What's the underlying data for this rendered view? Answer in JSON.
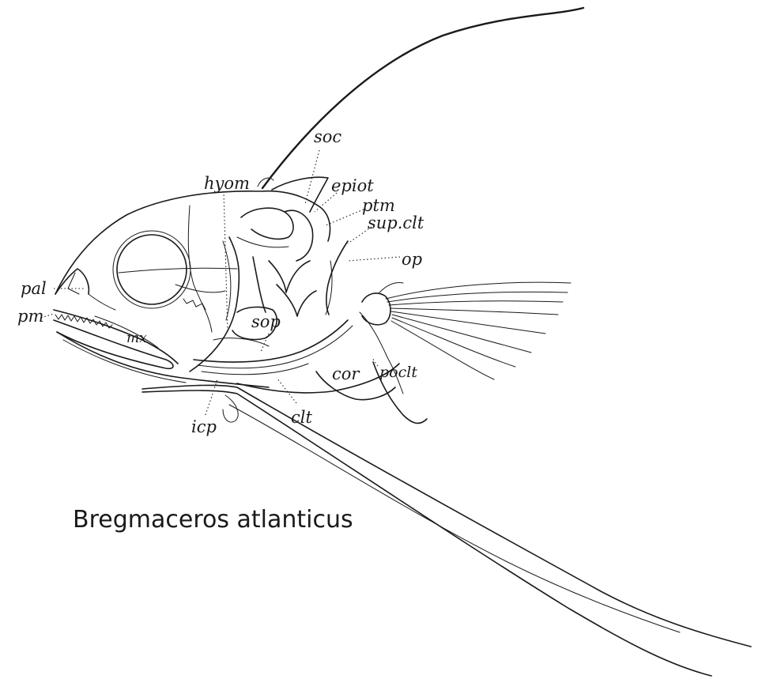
{
  "caption": "Bregmaceros atlanticus",
  "labels": {
    "soc": "soc",
    "hyom": "hyom",
    "epiot": "epiot",
    "ptm": "ptm",
    "sup_clt": "sup.clt",
    "op": "op",
    "pal": "pal",
    "pm": "pm",
    "mx": "mx",
    "sop": "sop",
    "cor": "cor",
    "poclt": "poclt",
    "clt": "clt",
    "icp": "icp"
  },
  "colors": {
    "ink": "#1a1a1a",
    "background": "#ffffff"
  }
}
